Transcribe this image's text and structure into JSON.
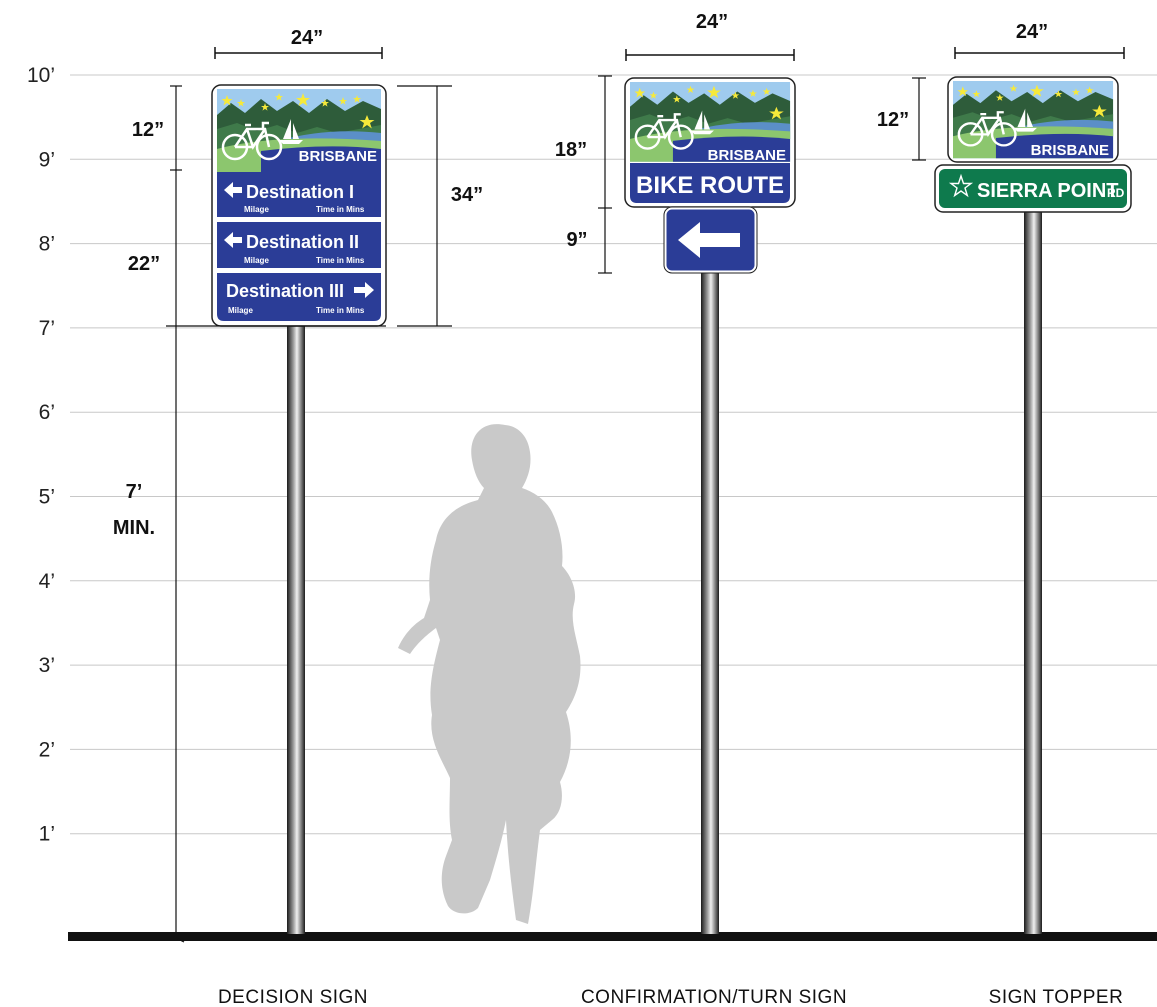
{
  "axis": {
    "height_labels": [
      "10’",
      "9’",
      "8’",
      "7’",
      "6’",
      "5’",
      "4’",
      "3’",
      "2’",
      "1’"
    ]
  },
  "decision_sign": {
    "caption": "DECISION SIGN",
    "width_label": "24”",
    "topper_height_label": "12”",
    "panels_height_label": "22”",
    "total_height_label": "34”",
    "clearance_value": "7’",
    "clearance_unit": "MIN.",
    "brand": "BRISBANE",
    "panels": [
      {
        "name": "Destination I",
        "arrow": "left",
        "milage": "Milage",
        "time": "Time in Mins"
      },
      {
        "name": "Destination II",
        "arrow": "left",
        "milage": "Milage",
        "time": "Time in Mins"
      },
      {
        "name": "Destination III",
        "arrow": "right",
        "milage": "Milage",
        "time": "Time in Mins"
      }
    ]
  },
  "confirmation_sign": {
    "caption": "CONFIRMATION/TURN SIGN",
    "width_label": "24”",
    "main_height_label": "18”",
    "plaque_height_label": "9”",
    "brand": "BRISBANE",
    "route_text": "BIKE ROUTE",
    "arrow": "left"
  },
  "topper_sign": {
    "caption": "SIGN TOPPER",
    "width_label": "24”",
    "height_label": "12”",
    "brand": "BRISBANE",
    "street_name": "SIERRA POINT",
    "street_suffix": "RD"
  },
  "colors": {
    "sign_blue": "#2b3d97",
    "street_green": "#0e7a4d",
    "sky": "#9fcbee",
    "mountain": "#2e5c3a",
    "grass": "#8cc66e",
    "water": "#5b8fc8",
    "star": "#f6e93a",
    "cyclist_silhouette": "#c9c9c9"
  },
  "icons": [
    "bicycle-icon",
    "sailboat-icon",
    "star-icon",
    "arrow-left-icon",
    "arrow-right-icon",
    "star-outline-icon",
    "cyclist-silhouette-icon"
  ]
}
